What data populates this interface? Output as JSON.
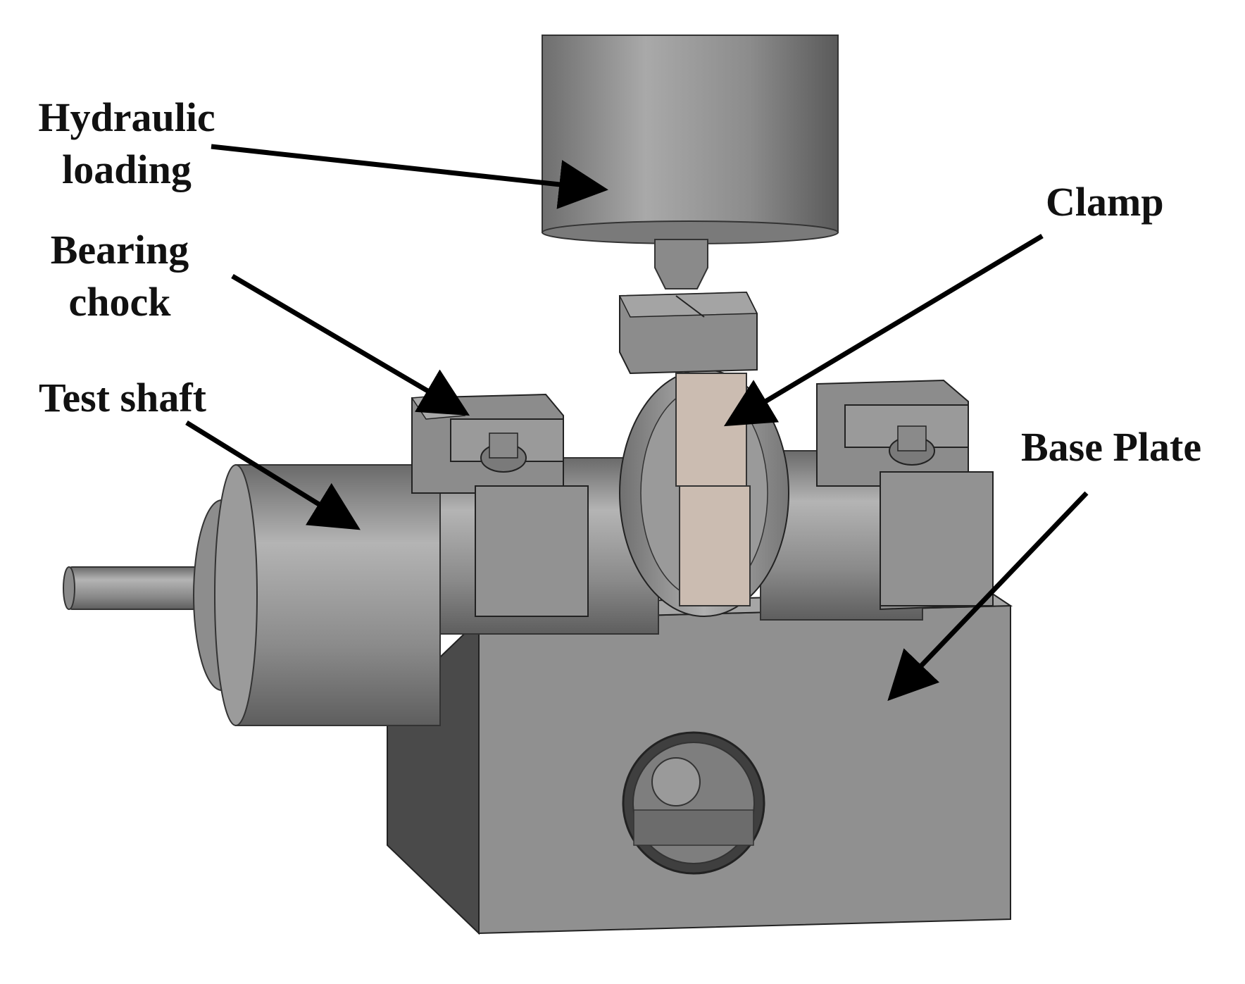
{
  "labels": {
    "hydraulic_loading": [
      "Hydraulic",
      "loading"
    ],
    "bearing_chock": [
      "Bearing",
      "chock"
    ],
    "test_shaft": "Test shaft",
    "clamp": "Clamp",
    "base_plate": "Base Plate"
  },
  "colors": {
    "background": "#ffffff",
    "text": "#111111",
    "arrow": "#000000",
    "steel": "#8a8a8a",
    "clamp_pad": "#cbbcb1"
  }
}
